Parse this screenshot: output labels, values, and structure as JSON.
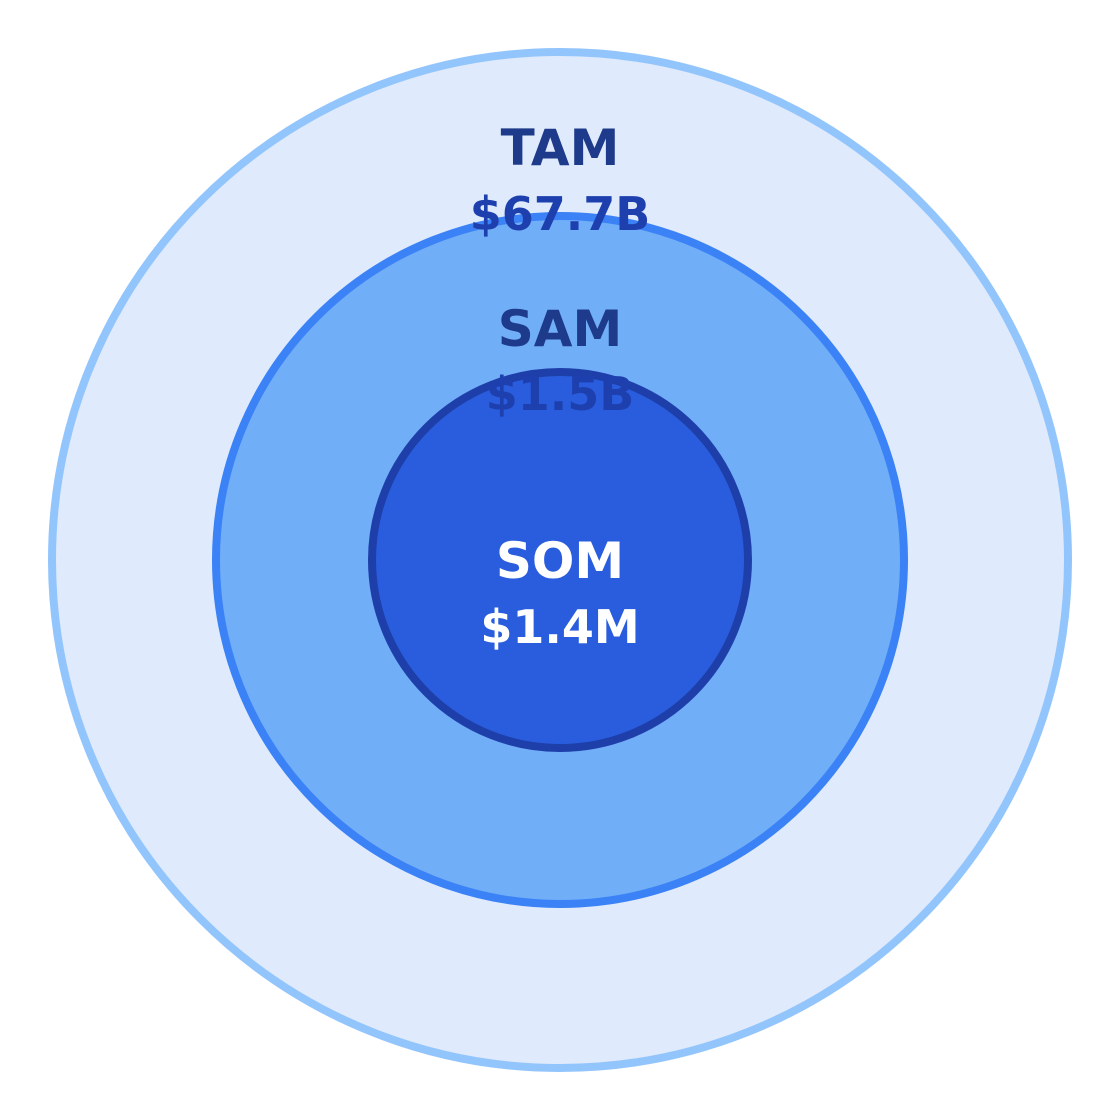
{
  "diagram": {
    "markets": [
      {
        "name": "TAM",
        "value": "$67.7B",
        "fill_color": "#dfeafc",
        "stroke_color": "#93c5fd",
        "label_color": "#1e3a8a",
        "value_color": "#1e40af"
      },
      {
        "name": "SAM",
        "value": "$1.5B",
        "fill_color": "#71aef8",
        "stroke_color": "#3b82f6",
        "label_color": "#1e3a8a",
        "value_color": "#1e40af"
      },
      {
        "name": "SOM",
        "value": "$1.4M",
        "fill_color": "#295ddd",
        "stroke_color": "#1e3fa9",
        "label_color": "#ffffff",
        "value_color": "#ffffff"
      }
    ]
  }
}
